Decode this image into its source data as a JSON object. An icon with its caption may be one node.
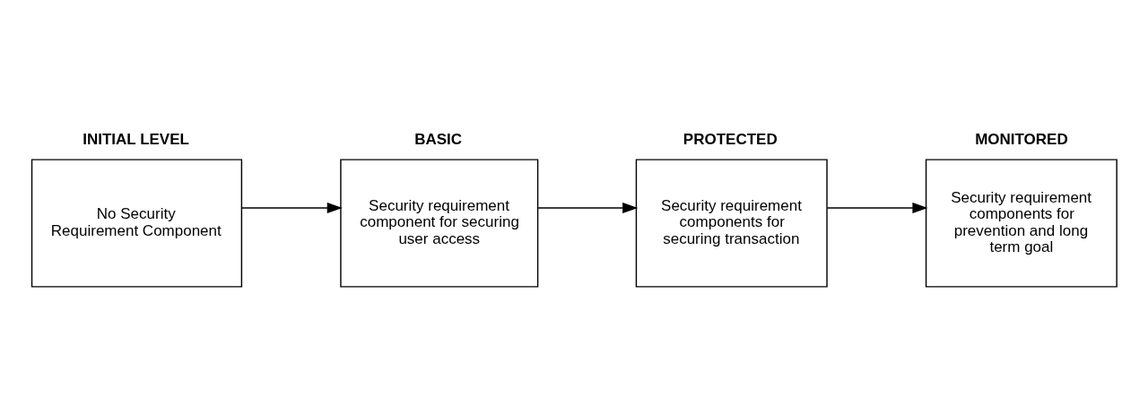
{
  "diagram": {
    "nodes": [
      {
        "text": [
          "INITIAL LEVEL",
          "No Security Requirement Component"
        ]
      },
      {
        "text": [
          "BASIC",
          "Security requirement component for securing user access"
        ]
      },
      {
        "text": [
          "PROTECTED",
          "Security requirement components for securing transaction"
        ]
      },
      {
        "text": [
          "MONITORED",
          "Security requirement components for prevention and long term goal"
        ]
      }
    ],
    "edges": [
      {
        "from": 0,
        "to": 1,
        "arrow": "to"
      },
      {
        "from": 1,
        "to": 2,
        "arrow": "to"
      },
      {
        "from": 2,
        "to": 3,
        "arrow": "to"
      }
    ]
  }
}
